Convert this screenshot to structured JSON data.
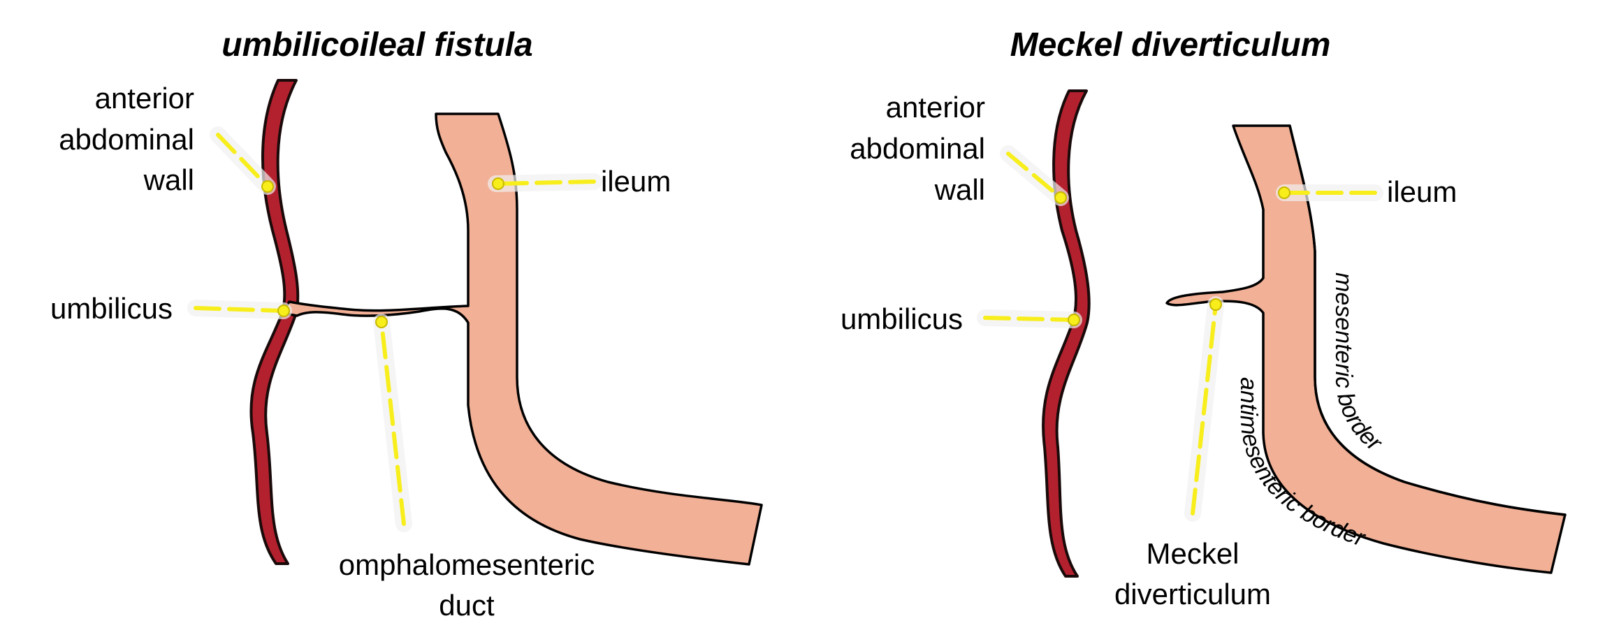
{
  "left_panel": {
    "title": "umbilicoileal fistula",
    "labels": {
      "wall_line1": "anterior",
      "wall_line2": "abdominal",
      "wall_line3": "wall",
      "ileum": "ileum",
      "umbilicus": "umbilicus",
      "duct_line1": "omphalomesenteric",
      "duct_line2": "duct"
    }
  },
  "right_panel": {
    "title": "Meckel diverticulum",
    "labels": {
      "wall_line1": "anterior",
      "wall_line2": "abdominal",
      "wall_line3": "wall",
      "ileum": "ileum",
      "umbilicus": "umbilicus",
      "meckel_line1": "Meckel",
      "meckel_line2": "diverticulum",
      "mesenteric_border": "mesenteric border",
      "antimesenteric_border": "antimesenteric border"
    }
  },
  "colors": {
    "abdominal_wall": "#b3212f",
    "ileum": "#f2b096",
    "leader_line": "#f7ee1c"
  }
}
